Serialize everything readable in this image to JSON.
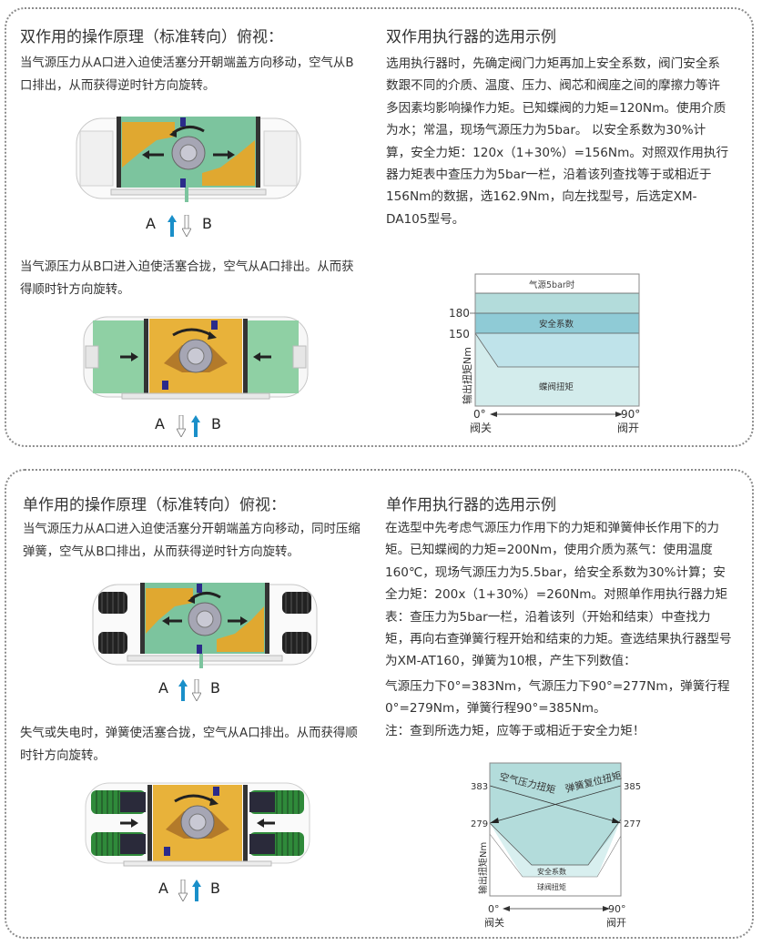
{
  "double_acting": {
    "principle_title": "双作用的操作原理（标准转向）俯视：",
    "step1_text": "当气源压力从A口进入迫使活塞分开朝端盖方向移动，空气从B口排出，从而获得逆时针方向旋转。",
    "step1_ports": {
      "a": "A",
      "b": "B",
      "inlet": "A",
      "outlet": "B"
    },
    "step2_text": "当气源压力从B口进入迫使活塞合拢，空气从A口排出。从而获得顺时针方向旋转。",
    "step2_ports": {
      "a": "A",
      "b": "B",
      "inlet": "B",
      "outlet": "A"
    },
    "example_title": "双作用执行器的选用示例",
    "example_text": "选用执行器时，先确定阀门力矩再加上安全系数，阀门安全系数跟不同的介质、温度、压力、阀芯和阀座之间的摩擦力等许多因素均影响操作力矩。已知蝶阀的力矩=120Nm。使用介质为水；常温，现场气源压力为5bar。 以安全系数为30%计算，安全力矩：120x（1+30%）=156Nm。对照双作用执行器力矩表中查压力为5bar一栏，沿着该列查找等于或相近于156Nm的数据，选162.9Nm，向左找型号，后选定XM-DA105型号。",
    "chart": {
      "top_label": "气源5bar时",
      "band_label": "安全系数",
      "bottom_label": "蝶阀扭矩",
      "ylabel": "输出扭矩Nm",
      "tick_180": "180",
      "tick_150": "150",
      "x_start": "0°",
      "x_end": "90°",
      "x_start_label": "阀关",
      "x_end_label": "阀开"
    }
  },
  "single_acting": {
    "principle_title": "单作用的操作原理（标准转向）俯视：",
    "step1_text": "当气源压力从A口进入迫使活塞分开朝端盖方向移动，同时压缩弹簧，空气从B口排出，从而获得逆时针方向旋转。",
    "step1_ports": {
      "a": "A",
      "b": "B",
      "inlet": "A",
      "outlet": "B"
    },
    "step2_text": "失气或失电时，弹簧使活塞合拢，空气从A口排出。从而获得顺时针方向旋转。",
    "step2_ports": {
      "a": "A",
      "b": "B",
      "inlet": "B",
      "outlet": "A"
    },
    "example_title": "单作用执行器的选用示例",
    "example_text": "在选型中先考虑气源压力作用下的力矩和弹簧伸长作用下的力矩。已知蝶阀的力矩=200Nm，使用介质为蒸气：使用温度160℃，现场气源压力为5.5bar，给安全系数为30%计算；安全力矩：200x（1+30%）=260Nm。对照单作用执行器力矩表：查压力为5bar一栏，沿着该列（开始和结束）中查找力矩，再向右查弹簧行程开始和结束的力矩。查选结果执行器型号为XM-AT160，弹簧为10根，产生下列数值：",
    "values_text": "气源压力下0°=383Nm，气源压力下90°=277Nm，弹簧行程0°=279Nm，弹簧行程90°=385Nm。",
    "note_text": "注：查到所选力矩，应等于或相近于安全力矩！",
    "chart": {
      "air_label": "空气压力扭矩",
      "spring_label": "弹簧复位扭矩",
      "band_label": "安全系数",
      "bottom_label": "球阀扭矩",
      "ylabel": "输出扭矩Nm",
      "tick_383": "383",
      "tick_385": "385",
      "tick_279": "279",
      "tick_277": "277",
      "x_start": "0°",
      "x_end": "90°",
      "x_start_label": "阀关",
      "x_end_label": "阀开"
    }
  },
  "colors": {
    "teal_light": "#d3ecec",
    "teal_mid": "#b3dcdb",
    "teal_dark": "#8fcbd6",
    "inlet_arrow": "#1a8fc9",
    "dotted_border": "#8c8c8c"
  },
  "chart_data": [
    {
      "type": "area",
      "title": "气源5bar时",
      "xlabel": "阀关 0° → 90° 阀开",
      "ylabel": "输出扭矩Nm",
      "x": [
        "0°",
        "90°"
      ],
      "yticks": [
        150,
        180
      ],
      "series": [
        {
          "name": "蝶阀扭矩",
          "values": [
            150,
            120
          ]
        },
        {
          "name": "安全系数",
          "range": [
            150,
            180
          ]
        },
        {
          "name": "气源5bar时",
          "range": [
            180,
            200
          ]
        }
      ]
    },
    {
      "type": "line",
      "xlabel": "阀关 0° → 90° 阀开",
      "ylabel": "输出扭矩Nm",
      "x": [
        "0°",
        "90°"
      ],
      "series": [
        {
          "name": "空气压力扭矩",
          "values": [
            383,
            277
          ]
        },
        {
          "name": "弹簧复位扭矩",
          "values": [
            279,
            385
          ]
        },
        {
          "name": "安全系数",
          "values": [
            279,
            277
          ]
        },
        {
          "name": "球阀扭矩",
          "values": [
            200,
            200
          ]
        }
      ],
      "yticks": [
        277,
        279,
        383,
        385
      ]
    }
  ]
}
